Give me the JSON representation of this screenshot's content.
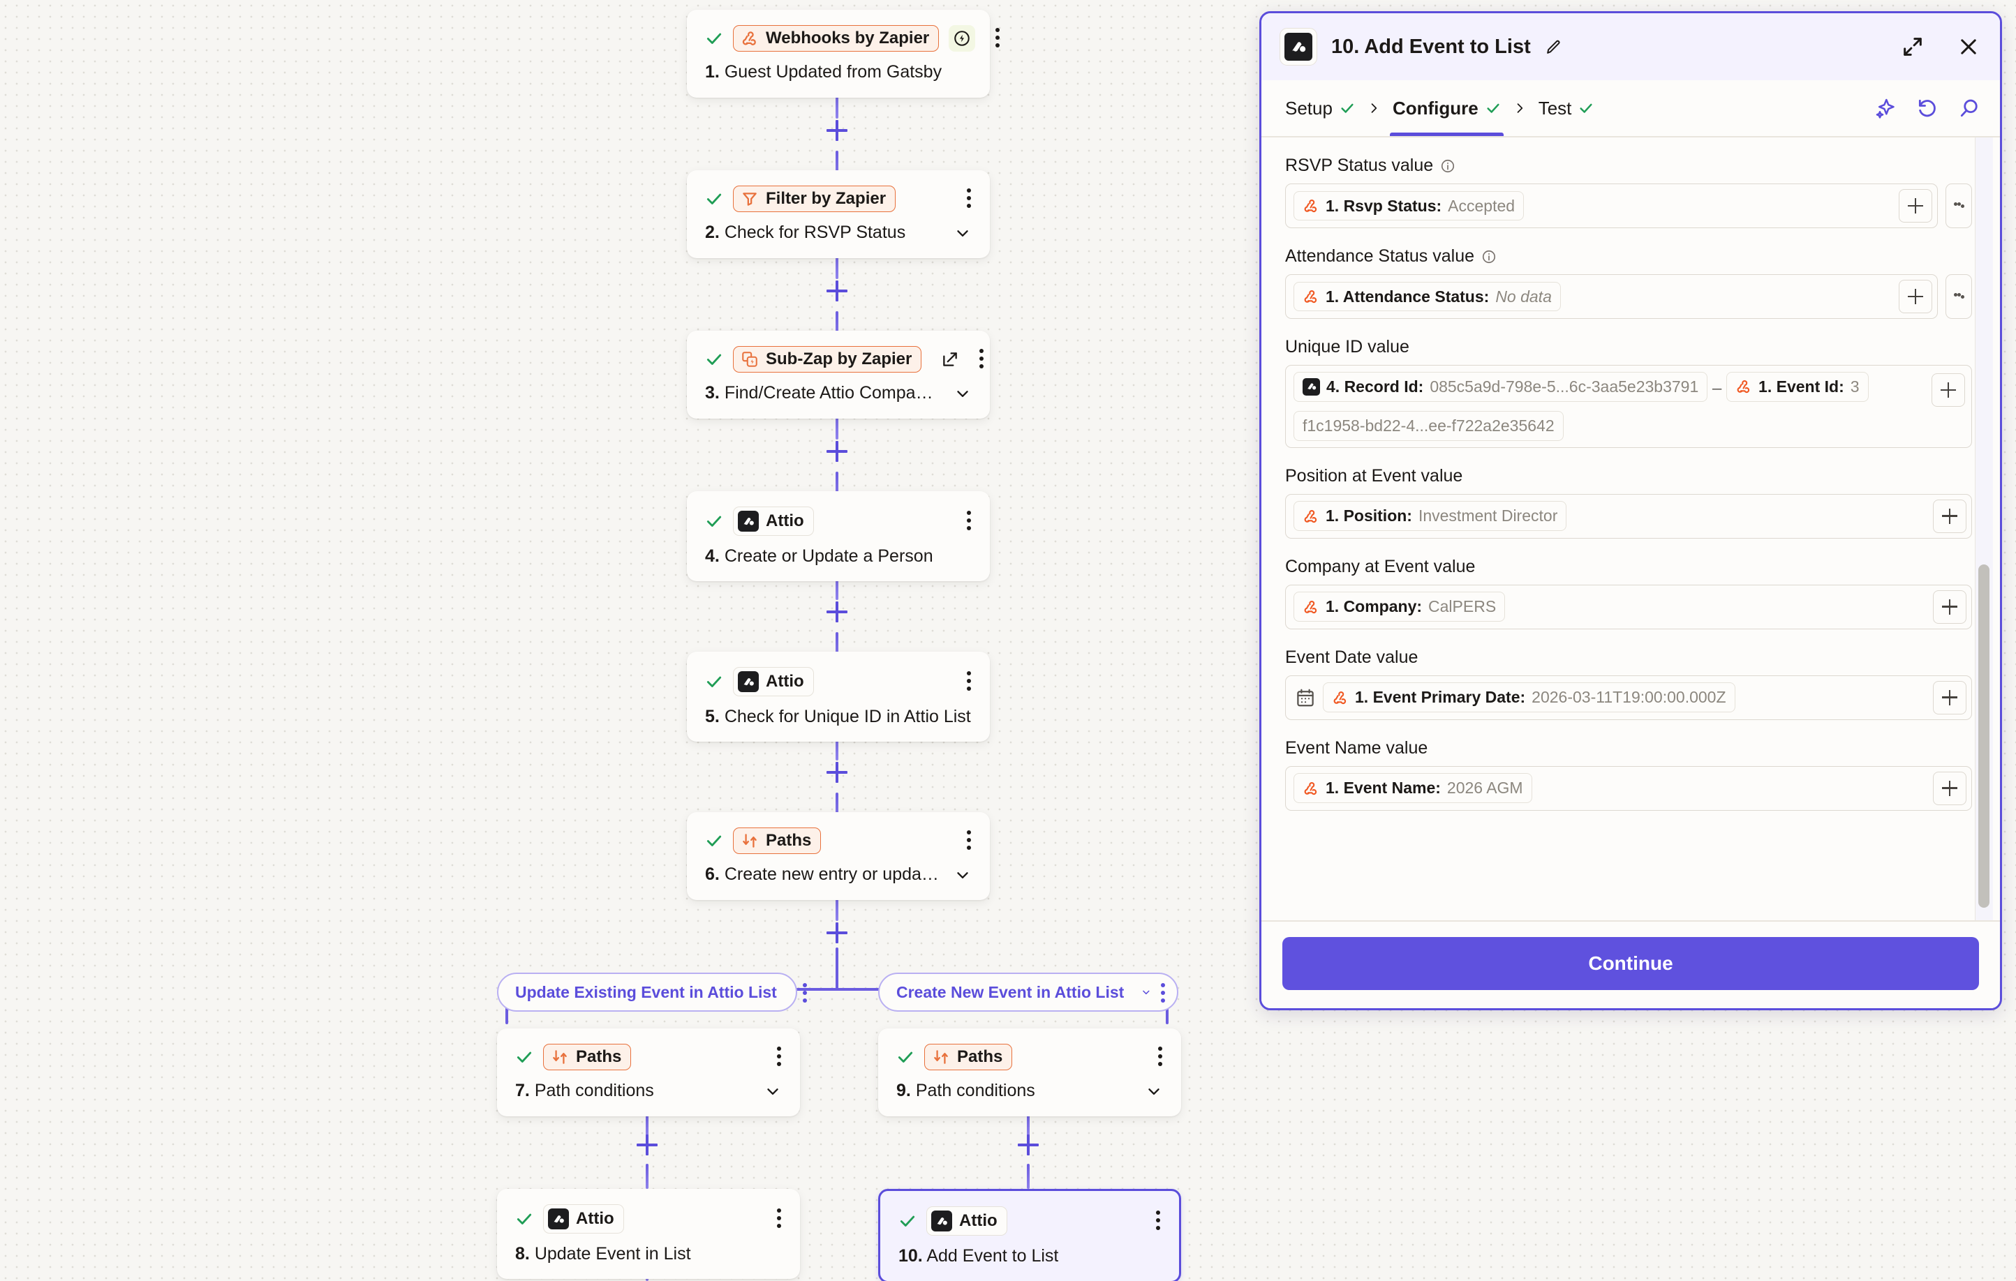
{
  "canvas": {
    "nodes": [
      {
        "id": "n1",
        "num": "1.",
        "title": "Guest Updated from Gatsby",
        "app": "Webhooks by Zapier",
        "app_kind": "zapier",
        "icon": "webhook-icon",
        "status": "check",
        "has_bolt": true,
        "has_extlink": false,
        "has_chevron": false,
        "selected": false
      },
      {
        "id": "n2",
        "num": "2.",
        "title": "Check for RSVP Status",
        "app": "Filter by Zapier",
        "app_kind": "zapier",
        "icon": "filter-icon",
        "status": "check",
        "has_bolt": false,
        "has_extlink": false,
        "has_chevron": true,
        "selected": false
      },
      {
        "id": "n3",
        "num": "3.",
        "title": "Find/Create Attio Company Su...",
        "app": "Sub-Zap by Zapier",
        "app_kind": "zapier",
        "icon": "subzap-icon",
        "status": "check",
        "has_bolt": false,
        "has_extlink": true,
        "has_chevron": true,
        "selected": false
      },
      {
        "id": "n4",
        "num": "4.",
        "title": "Create or Update a Person",
        "app": "Attio",
        "app_kind": "attio",
        "icon": "attio-icon",
        "status": "check",
        "has_bolt": false,
        "has_extlink": false,
        "has_chevron": false,
        "selected": false
      },
      {
        "id": "n5",
        "num": "5.",
        "title": "Check for Unique ID in Attio List",
        "app": "Attio",
        "app_kind": "attio",
        "icon": "attio-icon",
        "status": "check",
        "has_bolt": false,
        "has_extlink": false,
        "has_chevron": false,
        "selected": false
      },
      {
        "id": "n6",
        "num": "6.",
        "title": "Create new entry or update one?",
        "app": "Paths",
        "app_kind": "zapier",
        "icon": "paths-icon",
        "status": "check",
        "has_bolt": false,
        "has_extlink": false,
        "has_chevron": true,
        "selected": false
      },
      {
        "id": "n7",
        "num": "7.",
        "title": "Path conditions",
        "app": "Paths",
        "app_kind": "zapier",
        "icon": "paths-icon",
        "status": "check",
        "has_bolt": false,
        "has_extlink": false,
        "has_chevron": true,
        "selected": false
      },
      {
        "id": "n8",
        "num": "8.",
        "title": "Update Event in List",
        "app": "Attio",
        "app_kind": "attio",
        "icon": "attio-icon",
        "status": "check",
        "has_bolt": false,
        "has_extlink": false,
        "has_chevron": false,
        "selected": false
      },
      {
        "id": "n9",
        "num": "9.",
        "title": "Path conditions",
        "app": "Paths",
        "app_kind": "zapier",
        "icon": "paths-icon",
        "status": "check",
        "has_bolt": false,
        "has_extlink": false,
        "has_chevron": true,
        "selected": false
      },
      {
        "id": "n10",
        "num": "10.",
        "title": "Add Event to List",
        "app": "Attio",
        "app_kind": "attio",
        "icon": "attio-icon",
        "status": "check",
        "has_bolt": false,
        "has_extlink": false,
        "has_chevron": false,
        "selected": true
      }
    ],
    "path_labels": [
      {
        "id": "pl-left",
        "label": "Update Existing Event in Attio List"
      },
      {
        "id": "pl-right",
        "label": "Create New Event in Attio List"
      }
    ]
  },
  "panel": {
    "header": {
      "title": "10. Add Event to List",
      "app_icon": "attio-icon",
      "edit_icon": "pencil-icon",
      "expand_icon": "expand-icon",
      "close_icon": "close-icon"
    },
    "tabs": [
      {
        "id": "setup",
        "label": "Setup",
        "done": true,
        "active": false
      },
      {
        "id": "configure",
        "label": "Configure",
        "done": true,
        "active": true
      },
      {
        "id": "test",
        "label": "Test",
        "done": true,
        "active": false
      }
    ],
    "tools": [
      {
        "id": "ai",
        "icon": "sparkle-icon"
      },
      {
        "id": "history",
        "icon": "undo-icon"
      },
      {
        "id": "search",
        "icon": "search-icon"
      }
    ],
    "fields": [
      {
        "id": "rsvp-status",
        "label": "RSVP Status value",
        "has_info": true,
        "has_calendar": false,
        "has_kebab": true,
        "tokens": [
          {
            "icon": "zapier-icon",
            "key": "1. Rsvp Status:",
            "value": "Accepted",
            "italic": false
          }
        ]
      },
      {
        "id": "attendance-status",
        "label": "Attendance Status value",
        "has_info": true,
        "has_calendar": false,
        "has_kebab": true,
        "tokens": [
          {
            "icon": "zapier-icon",
            "key": "1. Attendance Status:",
            "value": "No data",
            "italic": true
          }
        ]
      },
      {
        "id": "unique-id",
        "label": "Unique ID value",
        "has_info": false,
        "has_calendar": false,
        "has_kebab": false,
        "multiline": true,
        "tokens": [
          {
            "icon": "attio-icon",
            "key": "4. Record Id:",
            "value": "085c5a9d-798e-5...6c-3aa5e23b3791",
            "italic": false
          },
          {
            "separator": "_"
          },
          {
            "icon": "zapier-icon",
            "key": "1. Event Id:",
            "value": "3",
            "italic": false
          },
          {
            "plain": "f1c1958-bd22-4...ee-f722a2e35642"
          }
        ]
      },
      {
        "id": "position-at-event",
        "label": "Position at Event value",
        "has_info": false,
        "has_calendar": false,
        "has_kebab": false,
        "tokens": [
          {
            "icon": "zapier-icon",
            "key": "1. Position:",
            "value": "Investment Director",
            "italic": false
          }
        ]
      },
      {
        "id": "company-at-event",
        "label": "Company at Event value",
        "has_info": false,
        "has_calendar": false,
        "has_kebab": false,
        "tokens": [
          {
            "icon": "zapier-icon",
            "key": "1. Company:",
            "value": "CalPERS",
            "italic": false
          }
        ]
      },
      {
        "id": "event-date",
        "label": "Event Date value",
        "has_info": false,
        "has_calendar": true,
        "has_kebab": false,
        "tokens": [
          {
            "icon": "zapier-icon",
            "key": "1. Event Primary Date:",
            "value": "2026-03-11T19:00:00.000Z",
            "italic": false
          }
        ]
      },
      {
        "id": "event-name",
        "label": "Event Name value",
        "has_info": false,
        "has_calendar": false,
        "has_kebab": false,
        "tokens": [
          {
            "icon": "zapier-icon",
            "key": "1. Event Name:",
            "value": "2026 AGM",
            "italic": false
          }
        ]
      }
    ],
    "footer": {
      "continue_label": "Continue"
    }
  },
  "colors": {
    "accent": "#5b4ddb",
    "zapier_orange": "#e8713c",
    "check_green": "#1f9d55",
    "canvas_bg": "#f7f6f3",
    "card_bg": "#fdfcfa",
    "panel_tint": "#f4f2fe"
  }
}
